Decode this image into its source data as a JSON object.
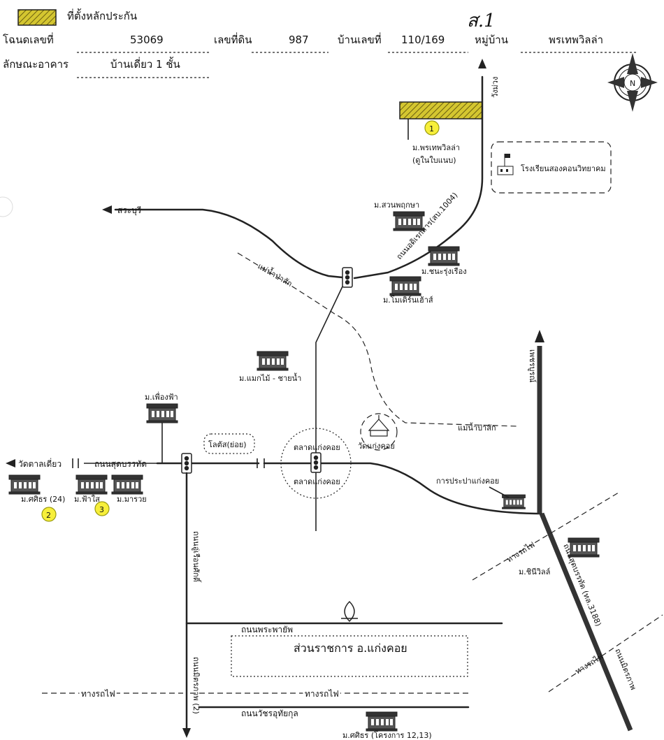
{
  "header": {
    "legend_label": "ที่ตั้งหลักประกัน",
    "title_deed_label": "โฉนดเลขที่",
    "title_deed_no": "53069",
    "land_no_label": "เลขที่ดิน",
    "land_no": "987",
    "house_no_label": "บ้านเลขที่",
    "house_no": "110/169",
    "village_label": "หมู่บ้าน",
    "village": "พรเทพวิลล่า",
    "building_type_label": "ลักษณะอาคาร",
    "building_type": "บ้านเดี่ยว 1 ชั้น",
    "handwritten_mark": "ส.1"
  },
  "compass": {
    "label": "N"
  },
  "colors": {
    "marker_yellow": "#f7ef3a",
    "road": "#222222",
    "building": "#555555"
  },
  "markers": [
    {
      "number": "1"
    },
    {
      "number": "2"
    },
    {
      "number": "3"
    }
  ],
  "labels": {
    "wangmuang": "วังม่วง",
    "village_1": "ม.พรเทพวิลล่า",
    "village_1_note": "(ดูในใบแนบ)",
    "school": "โรงเรียนสองคอนวิทยาคม",
    "saraburi": "สระบุรี",
    "suanphrueksa": "ม.สวนพฤกษา",
    "road_1004": "ถนนอดิเรกสาร(สบ.1004)",
    "pasak_river_1": "แม่น้ำป่าสัก",
    "chanarungrueang": "ม.ชนะรุ่งเรือง",
    "modern_house": "ม.โมเดิร์นเฮ้าส์",
    "maekmai": "ม.แมกไม้ - ชายน้ำ",
    "phueangfa": "ม.เพื่องฟ้า",
    "lotus": "โลตัส(ย่อย)",
    "market_1": "ตลาดแก่งคอย",
    "market_2": "ตลาดแก่งคอย",
    "wat_kaengkhoi": "วัดแก่งคอย",
    "pasak_river_2": "แม่น้ำป่าสัก",
    "wat_tanlao": "วัดตาลเดี่ยว",
    "sutbanthat_road_1": "ถนนสุดบรรทัด",
    "sirin": "ม.ศศิธร (24)",
    "fai": "ม.ฟ้าใส",
    "marui": "ม.มารวย",
    "phetchaburi_road": "เพชรบูรณ์",
    "waterworks": "การประปาแก่งคอย",
    "railway_1": "ทางรถไฟ",
    "chonnee": "ม.ชินีวิลล์",
    "ruensak_road": "ถนนอู่เรือนศักดิ์",
    "sutbanthat_road_2": "ถนนสุดบรรทัด (ทล.3188)",
    "phrapayap_road": "ถนนพระพายัพ",
    "govt_center": "ส่วนราชการ อ.แก่งคอย",
    "railway_2": "ทางรถไฟ",
    "railway_3": "ทางรถไฟ",
    "railway_4": "ทางรถไฟ",
    "mitraphap_road_2": "ถนนมิตรภาพ (2)",
    "mitraphap_road_3": "ถนนมิตรภาพ",
    "wachirathayakul_road": "ถนนวัชรอุทัยกุล",
    "sirin_1213": "ม.ศศิธร (โครงการ 12,13)"
  }
}
